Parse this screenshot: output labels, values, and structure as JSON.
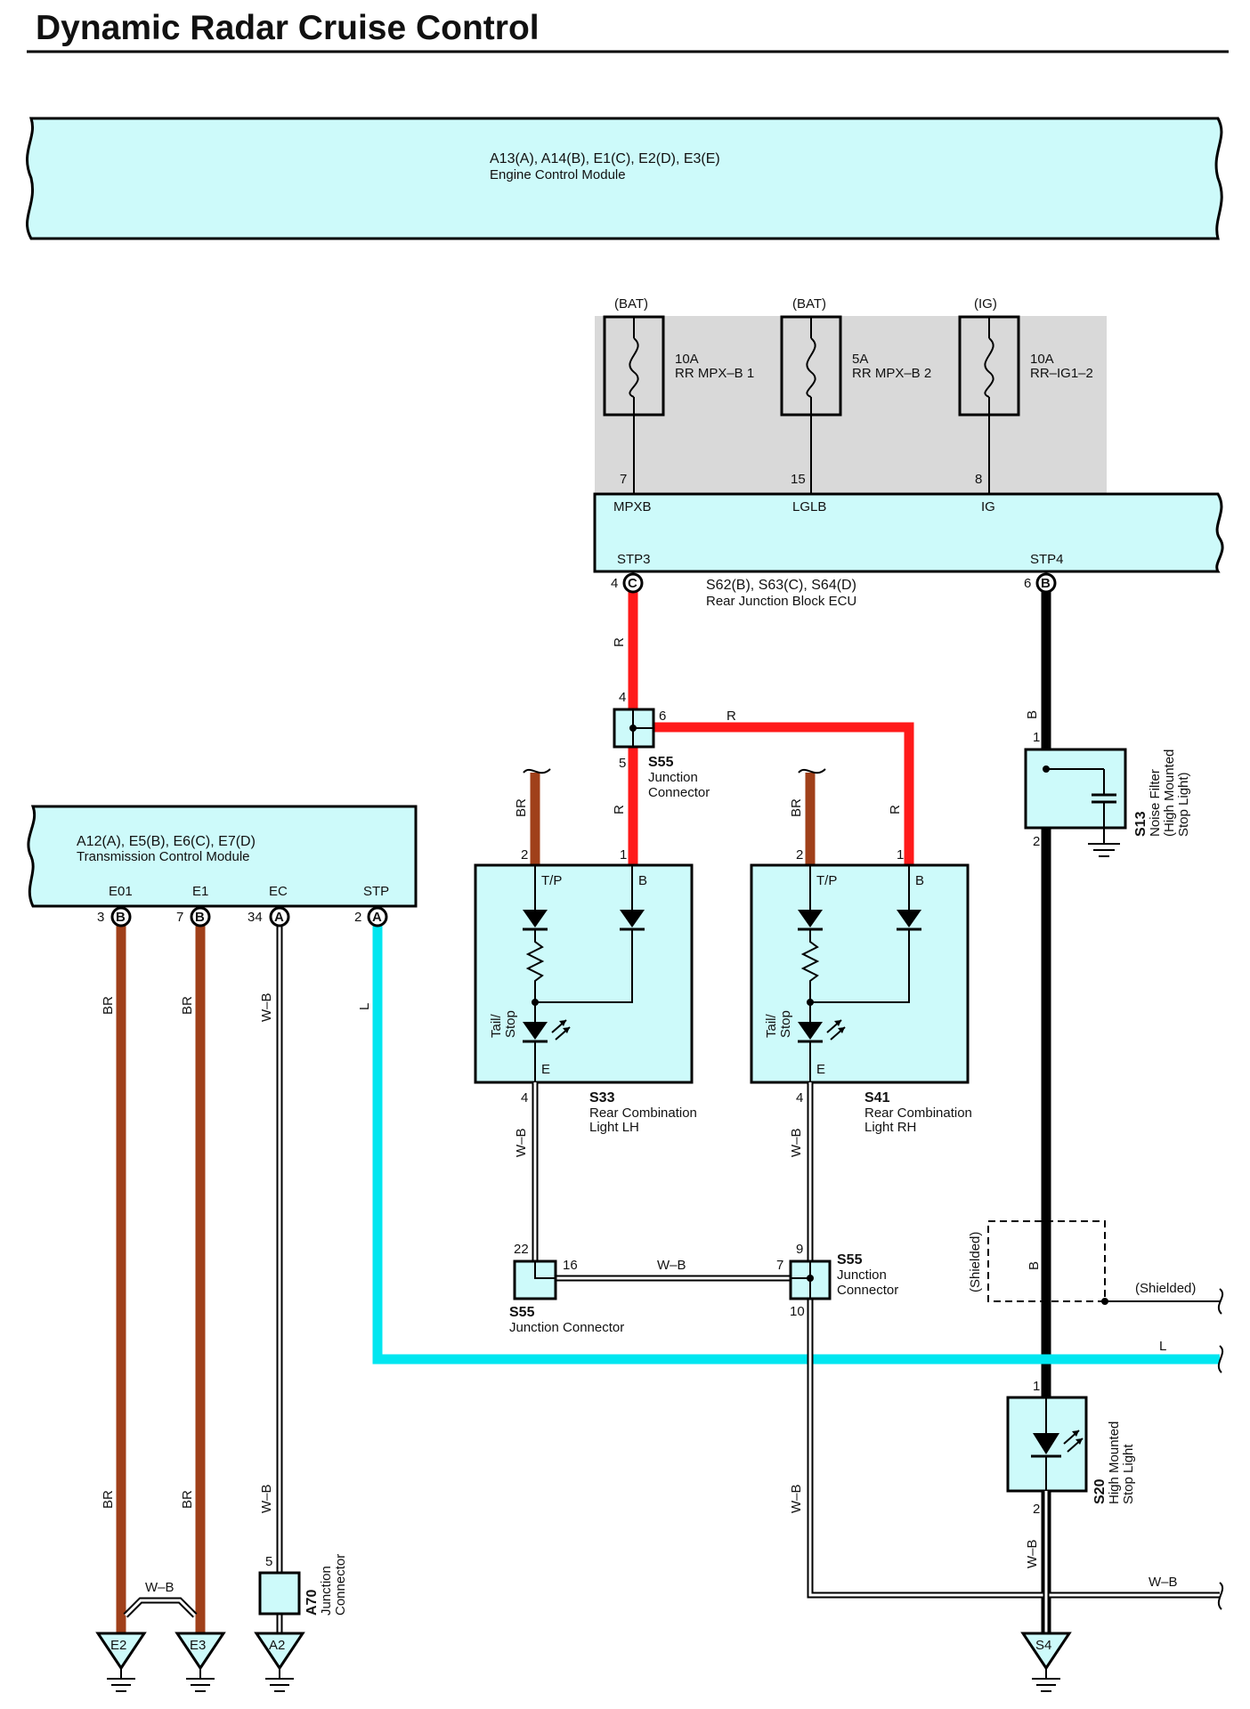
{
  "title": "Dynamic Radar Cruise Control",
  "colors": {
    "module_fill": "#cdfafa",
    "fuse_box": "#d9d9d9",
    "wire_R": "#ff1a1a",
    "wire_BR": "#a0401a",
    "wire_B": "#000000",
    "wire_L": "#00e6f0",
    "wire_WB": "#ffffff"
  },
  "ecm": {
    "connectors": "A13(A), A14(B), E1(C), E2(D), E3(E)",
    "name": "Engine Control Module"
  },
  "tcm": {
    "connectors": "A12(A), E5(B), E6(C), E7(D)",
    "name": "Transmission Control Module",
    "pins": [
      {
        "label": "E01",
        "num": "3",
        "conn": "B"
      },
      {
        "label": "E1",
        "num": "7",
        "conn": "B"
      },
      {
        "label": "EC",
        "num": "34",
        "conn": "A"
      },
      {
        "label": "STP",
        "num": "2",
        "conn": "A"
      }
    ]
  },
  "fuses": [
    {
      "source": "(BAT)",
      "rating": "10A",
      "name": "RR MPX–B 1",
      "pin": "7",
      "terminal": "MPXB"
    },
    {
      "source": "(BAT)",
      "rating": "5A",
      "name": "RR MPX–B 2",
      "pin": "15",
      "terminal": "LGLB"
    },
    {
      "source": "(IG)",
      "rating": "10A",
      "name": "RR–IG1–2",
      "pin": "8",
      "terminal": "IG"
    }
  ],
  "rjb": {
    "connectors": "S62(B), S63(C), S64(D)",
    "name": "Rear Junction Block ECU",
    "stp3": {
      "label": "STP3",
      "num": "4",
      "conn": "C"
    },
    "stp4": {
      "label": "STP4",
      "num": "6",
      "conn": "B"
    }
  },
  "junction_top": {
    "code": "S55",
    "name_1": "Junction",
    "name_2": "Connector",
    "pin_in": "4",
    "pin_right": "6",
    "pin_down": "5"
  },
  "junction_left": {
    "code": "S55",
    "name": "Junction Connector",
    "pin_top": "22",
    "pin_right": "16"
  },
  "junction_right": {
    "code": "S55",
    "name_1": "Junction",
    "name_2": "Connector",
    "pin_top": "9",
    "pin_left": "7",
    "pin_bottom": "10"
  },
  "junction_a70": {
    "code": "A70",
    "name_1": "Junction",
    "name_2": "Connector",
    "pin": "5"
  },
  "light_lh": {
    "code": "S33",
    "name_1": "Rear Combination",
    "name_2": "Light LH",
    "tp": "T/P",
    "b": "B",
    "e": "E",
    "pin_tp": "2",
    "pin_b": "1",
    "pin_e": "4",
    "side_1": "Tail/",
    "side_2": "Stop"
  },
  "light_rh": {
    "code": "S41",
    "name_1": "Rear Combination",
    "name_2": "Light RH",
    "tp": "T/P",
    "b": "B",
    "e": "E",
    "pin_tp": "2",
    "pin_b": "1",
    "pin_e": "4",
    "side_1": "Tail/",
    "side_2": "Stop"
  },
  "noise_filter": {
    "code": "S13",
    "name_1": "Noise Filter",
    "name_2": "(High Mounted",
    "name_3": "Stop Light)",
    "pin_top": "1",
    "pin_bottom": "2"
  },
  "hmsl": {
    "code": "S20",
    "name_1": "High Mounted",
    "name_2": "Stop Light",
    "pin_top": "1",
    "pin_bottom": "2"
  },
  "shield": {
    "left": "(Shielded)",
    "right": "(Shielded)",
    "wire": "B"
  },
  "grounds": [
    "E2",
    "E3",
    "A2",
    "S4"
  ],
  "wire_labels": {
    "R": "R",
    "BR": "BR",
    "B": "B",
    "L": "L",
    "WB": "W–B"
  }
}
